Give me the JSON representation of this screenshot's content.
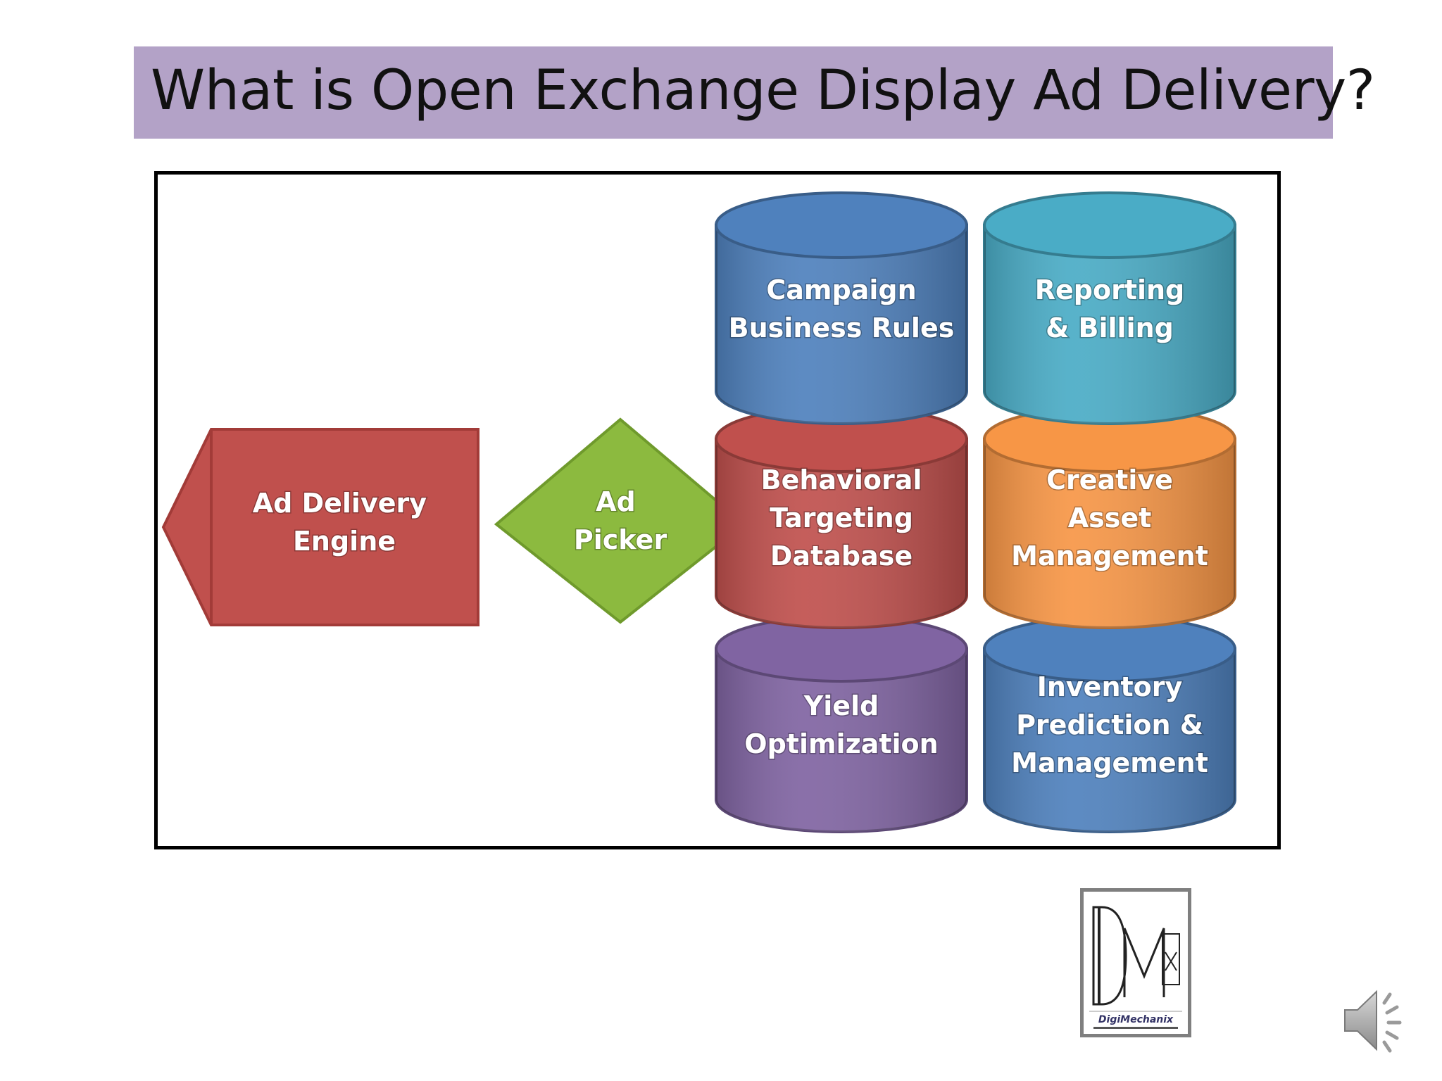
{
  "slide": {
    "title": "What is Open Exchange Display Ad Delivery?"
  },
  "diagram": {
    "engine": {
      "lines": [
        "Ad Delivery",
        "Engine"
      ],
      "color": "#c0504d"
    },
    "picker": {
      "lines": [
        "Ad",
        "Picker"
      ],
      "color": "#8cba3f"
    },
    "databases": [
      {
        "lines": [
          "Campaign",
          "Business Rules"
        ],
        "color": "#4f81bd"
      },
      {
        "lines": [
          "Reporting",
          "& Billing"
        ],
        "color": "#4aacc6"
      },
      {
        "lines": [
          "Behavioral",
          "Targeting",
          "Database"
        ],
        "color": "#c0504d"
      },
      {
        "lines": [
          "Creative",
          "Asset",
          "Management"
        ],
        "color": "#f79646"
      },
      {
        "lines": [
          "Yield",
          "Optimization"
        ],
        "color": "#8064a2"
      },
      {
        "lines": [
          "Inventory",
          "Prediction &",
          "Management"
        ],
        "color": "#4f81bd"
      }
    ]
  },
  "logo": {
    "mark": "DMx",
    "name": "DigiMechanix"
  },
  "audio_icon": "speaker-icon"
}
